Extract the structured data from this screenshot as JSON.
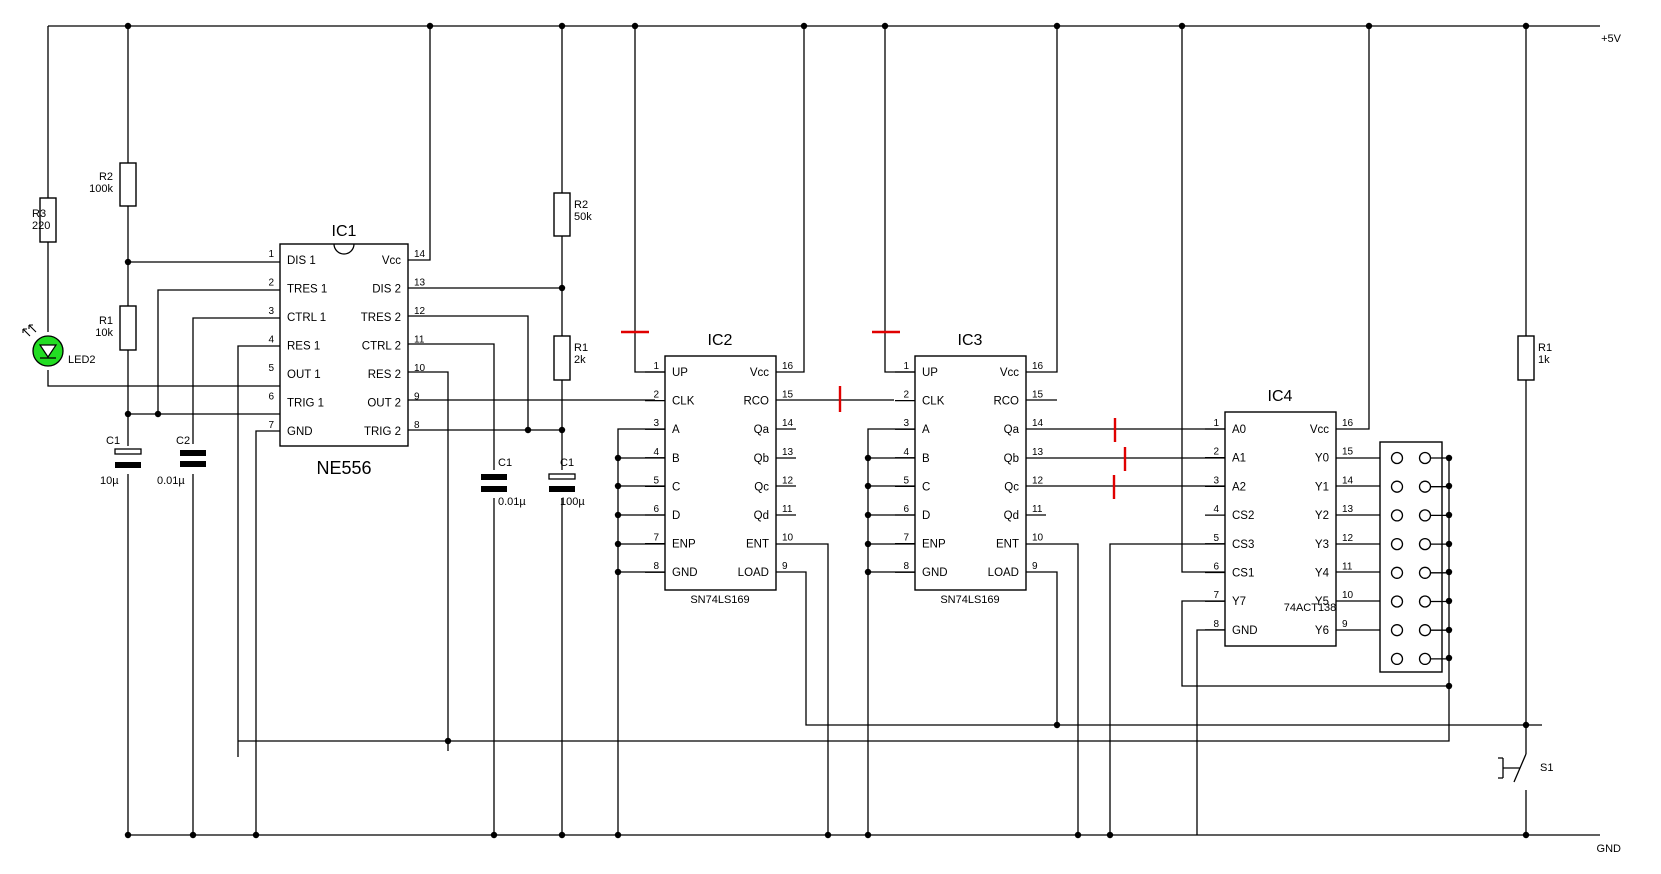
{
  "rails": {
    "vcc": "+5V",
    "gnd": "GND"
  },
  "ic1": {
    "title": "IC1",
    "part": "NE556",
    "left": [
      [
        "1",
        "DIS 1"
      ],
      [
        "2",
        "TRES 1"
      ],
      [
        "3",
        "CTRL 1"
      ],
      [
        "4",
        "RES 1"
      ],
      [
        "5",
        "OUT 1"
      ],
      [
        "6",
        "TRIG 1"
      ],
      [
        "7",
        "GND"
      ]
    ],
    "right": [
      [
        "14",
        "Vcc"
      ],
      [
        "13",
        "DIS 2"
      ],
      [
        "12",
        "TRES 2"
      ],
      [
        "11",
        "CTRL 2"
      ],
      [
        "10",
        "RES 2"
      ],
      [
        "9",
        "OUT 2"
      ],
      [
        "8",
        "TRIG 2"
      ]
    ]
  },
  "ic2": {
    "title": "IC2",
    "part": "SN74LS169",
    "left": [
      [
        "1",
        "UP"
      ],
      [
        "2",
        "CLK"
      ],
      [
        "3",
        "A"
      ],
      [
        "4",
        "B"
      ],
      [
        "5",
        "C"
      ],
      [
        "6",
        "D"
      ],
      [
        "7",
        "ENP"
      ],
      [
        "8",
        "GND"
      ]
    ],
    "right": [
      [
        "16",
        "Vcc"
      ],
      [
        "15",
        "RCO"
      ],
      [
        "14",
        "Qa"
      ],
      [
        "13",
        "Qb"
      ],
      [
        "12",
        "Qc"
      ],
      [
        "11",
        "Qd"
      ],
      [
        "10",
        "ENT"
      ],
      [
        "9",
        "LOAD"
      ]
    ]
  },
  "ic3": {
    "title": "IC3",
    "part": "SN74LS169",
    "left": [
      [
        "1",
        "UP"
      ],
      [
        "2",
        "CLK"
      ],
      [
        "3",
        "A"
      ],
      [
        "4",
        "B"
      ],
      [
        "5",
        "C"
      ],
      [
        "6",
        "D"
      ],
      [
        "7",
        "ENP"
      ],
      [
        "8",
        "GND"
      ]
    ],
    "right": [
      [
        "16",
        "Vcc"
      ],
      [
        "15",
        "RCO"
      ],
      [
        "14",
        "Qa"
      ],
      [
        "13",
        "Qb"
      ],
      [
        "12",
        "Qc"
      ],
      [
        "11",
        "Qd"
      ],
      [
        "10",
        "ENT"
      ],
      [
        "9",
        "LOAD"
      ]
    ]
  },
  "ic4": {
    "title": "IC4",
    "part": "74ACT138",
    "left": [
      [
        "1",
        "A0"
      ],
      [
        "2",
        "A1"
      ],
      [
        "3",
        "A2"
      ],
      [
        "4",
        "CS2"
      ],
      [
        "5",
        "CS3"
      ],
      [
        "6",
        "CS1"
      ],
      [
        "7",
        "Y7"
      ],
      [
        "8",
        "GND"
      ]
    ],
    "right": [
      [
        "16",
        "Vcc"
      ],
      [
        "15",
        "Y0"
      ],
      [
        "14",
        "Y1"
      ],
      [
        "13",
        "Y2"
      ],
      [
        "12",
        "Y3"
      ],
      [
        "11",
        "Y4"
      ],
      [
        "10",
        "Y5"
      ],
      [
        "9",
        "Y6"
      ]
    ]
  },
  "components": {
    "r3": {
      "ref": "R3",
      "val": "220"
    },
    "r2a": {
      "ref": "R2",
      "val": "100k"
    },
    "r1a": {
      "ref": "R1",
      "val": "10k"
    },
    "led2": {
      "ref": "LED2"
    },
    "c1a": {
      "ref": "C1",
      "val": "10µ"
    },
    "c2": {
      "ref": "C2",
      "val": "0.01µ"
    },
    "r2b": {
      "ref": "R2",
      "val": "50k"
    },
    "r1b": {
      "ref": "R1",
      "val": "2k"
    },
    "c1b": {
      "ref": "C1",
      "val": "0.01µ"
    },
    "c1c": {
      "ref": "C1",
      "val": "100µ"
    },
    "r1c": {
      "ref": "R1",
      "val": "1k"
    },
    "s1": {
      "ref": "S1"
    }
  },
  "colors": {
    "wire": "#000000",
    "break_mark": "#e00000",
    "led_fill": "#22dd22"
  }
}
